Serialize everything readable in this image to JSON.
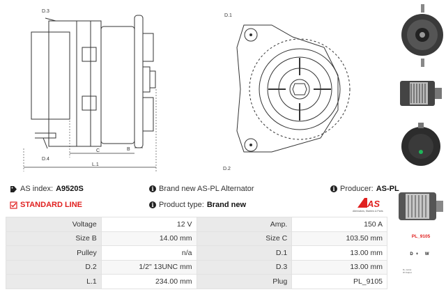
{
  "drawing_labels": {
    "d3": "D.3",
    "d4": "D.4",
    "c": "C",
    "b": "B",
    "l1": "L.1",
    "d1": "D.1",
    "d2": "D.2"
  },
  "info": {
    "as_index_label": "AS index:",
    "as_index_value": "A9520S",
    "standard_line": "STANDARD LINE",
    "description": "Brand new AS-PL Alternator",
    "product_type_label": "Product type:",
    "product_type_value": "Brand new",
    "producer_label": "Producer:",
    "producer_value": "AS-PL"
  },
  "brand_logo": {
    "mark": "AS",
    "tagline": "Alternators, Starters & Parts"
  },
  "params": [
    [
      "Voltage",
      "12 V",
      "Amp.",
      "150 A"
    ],
    [
      "Size B",
      "14.00 mm",
      "Size C",
      "103.50 mm"
    ],
    [
      "Pulley",
      "n/a",
      "D.1",
      "13.00 mm"
    ],
    [
      "D.2",
      "1/2\" 13UNC mm",
      "D.3",
      "13.00 mm"
    ],
    [
      "L.1",
      "234.00 mm",
      "Plug",
      "PL_9105"
    ]
  ],
  "thumbnails": {
    "plug_code": "PL_9105",
    "terminals": "D+ W",
    "plug_mini_rows": [
      "D+   Lamp",
      "W    Output"
    ]
  },
  "colors": {
    "accent_red": "#e0201f",
    "label_bg": "#eaeaea",
    "text": "#333333"
  }
}
